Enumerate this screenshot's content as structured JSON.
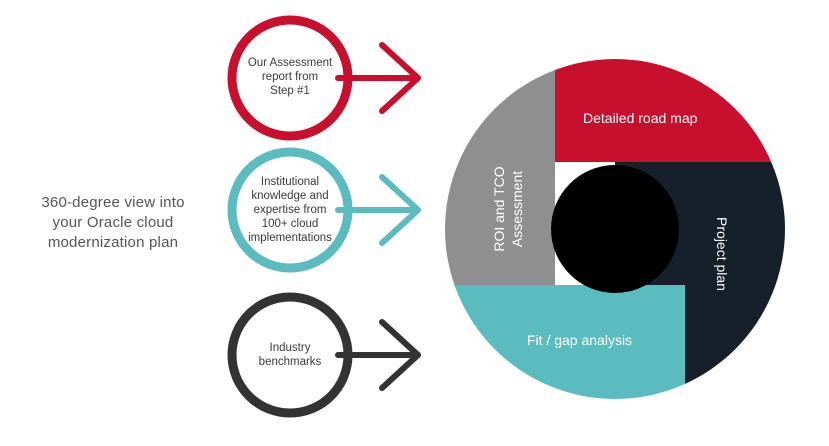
{
  "tagline": [
    "360-degree view into",
    "your Oracle cloud",
    "modernization plan"
  ],
  "inputs": [
    {
      "lines": [
        "Our Assessment",
        "report from",
        "Step #1"
      ],
      "color": "#c8102e"
    },
    {
      "lines": [
        "Institutional",
        "knowledge and",
        "expertise from",
        "100+ cloud",
        "implementations"
      ],
      "color": "#5bbcc0"
    },
    {
      "lines": [
        "Industry",
        "benchmarks"
      ],
      "color": "#333333"
    }
  ],
  "wheel": {
    "segments": [
      {
        "lines": [
          "Detailed road map"
        ],
        "color": "#c8102e"
      },
      {
        "lines": [
          "Project plan"
        ],
        "color": "#15202b"
      },
      {
        "lines": [
          "Fit / gap analysis"
        ],
        "color": "#5bbcc0"
      },
      {
        "lines": [
          "ROI and TCO",
          "Assessment"
        ],
        "color": "#8f8f8f"
      }
    ],
    "hub_color": "#000000"
  }
}
